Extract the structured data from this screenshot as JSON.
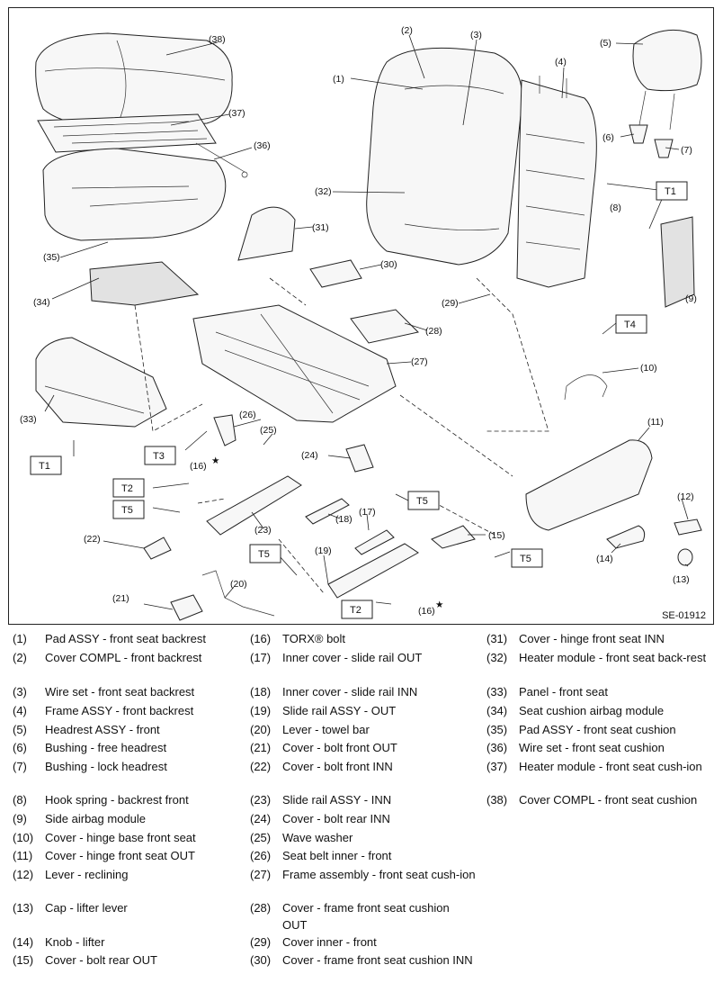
{
  "diagram": {
    "figure_id": "SE-01912",
    "star": "★",
    "callouts": [
      "(1)",
      "(2)",
      "(3)",
      "(4)",
      "(5)",
      "(6)",
      "(7)",
      "(8)",
      "(9)",
      "(10)",
      "(11)",
      "(12)",
      "(13)",
      "(14)",
      "(15)",
      "(16)",
      "(17)",
      "(18)",
      "(19)",
      "(20)",
      "(21)",
      "(22)",
      "(23)",
      "(24)",
      "(25)",
      "(26)",
      "(27)",
      "(28)",
      "(29)",
      "(30)",
      "(31)",
      "(32)",
      "(33)",
      "(34)",
      "(35)",
      "(36)",
      "(37)",
      "(38)"
    ],
    "torque_tags": {
      "t1": "T1",
      "t2": "T2",
      "t3": "T3",
      "t4": "T4",
      "t5": "T5"
    }
  },
  "legend": [
    {
      "num": "(1)",
      "name": "Pad ASSY - front seat backrest"
    },
    {
      "num": "(2)",
      "name": "Cover COMPL - front backrest"
    },
    {
      "num": "(3)",
      "name": "Wire set - front seat backrest"
    },
    {
      "num": "(4)",
      "name": "Frame ASSY - front backrest"
    },
    {
      "num": "(5)",
      "name": "Headrest ASSY - front"
    },
    {
      "num": "(6)",
      "name": "Bushing - free headrest"
    },
    {
      "num": "(7)",
      "name": "Bushing - lock headrest"
    },
    {
      "num": "(8)",
      "name": "Hook spring - backrest front"
    },
    {
      "num": "(9)",
      "name": "Side airbag module"
    },
    {
      "num": "(10)",
      "name": "Cover - hinge base front seat"
    },
    {
      "num": "(11)",
      "name": "Cover - hinge front seat OUT"
    },
    {
      "num": "(12)",
      "name": "Lever - reclining"
    },
    {
      "num": "(13)",
      "name": "Cap - lifter lever"
    },
    {
      "num": "(14)",
      "name": "Knob - lifter"
    },
    {
      "num": "(15)",
      "name": "Cover - bolt rear OUT"
    },
    {
      "num": "(16)",
      "name": "TORX® bolt"
    },
    {
      "num": "(17)",
      "name": "Inner cover - slide rail OUT"
    },
    {
      "num": "(18)",
      "name": "Inner cover - slide rail INN"
    },
    {
      "num": "(19)",
      "name": "Slide rail ASSY - OUT"
    },
    {
      "num": "(20)",
      "name": "Lever - towel bar"
    },
    {
      "num": "(21)",
      "name": "Cover - bolt front OUT"
    },
    {
      "num": "(22)",
      "name": "Cover - bolt front INN"
    },
    {
      "num": "(23)",
      "name": "Slide rail ASSY - INN"
    },
    {
      "num": "(24)",
      "name": "Cover - bolt rear INN"
    },
    {
      "num": "(25)",
      "name": "Wave washer"
    },
    {
      "num": "(26)",
      "name": "Seat belt inner - front"
    },
    {
      "num": "(27)",
      "name": "Frame assembly - front seat cush-ion"
    },
    {
      "num": "(28)",
      "name": "Cover - frame front seat cushion OUT"
    },
    {
      "num": "(29)",
      "name": "Cover inner - front"
    },
    {
      "num": "(30)",
      "name": "Cover - frame front seat cushion INN"
    },
    {
      "num": "(31)",
      "name": "Cover - hinge front seat INN"
    },
    {
      "num": "(32)",
      "name": "Heater module - front seat back-rest"
    },
    {
      "num": "(33)",
      "name": "Panel - front seat"
    },
    {
      "num": "(34)",
      "name": "Seat cushion airbag module"
    },
    {
      "num": "(35)",
      "name": "Pad ASSY - front seat cushion"
    },
    {
      "num": "(36)",
      "name": "Wire set - front seat cushion"
    },
    {
      "num": "(37)",
      "name": "Heater module - front seat cush-ion"
    },
    {
      "num": "(38)",
      "name": "Cover COMPL - front seat cushion"
    }
  ]
}
